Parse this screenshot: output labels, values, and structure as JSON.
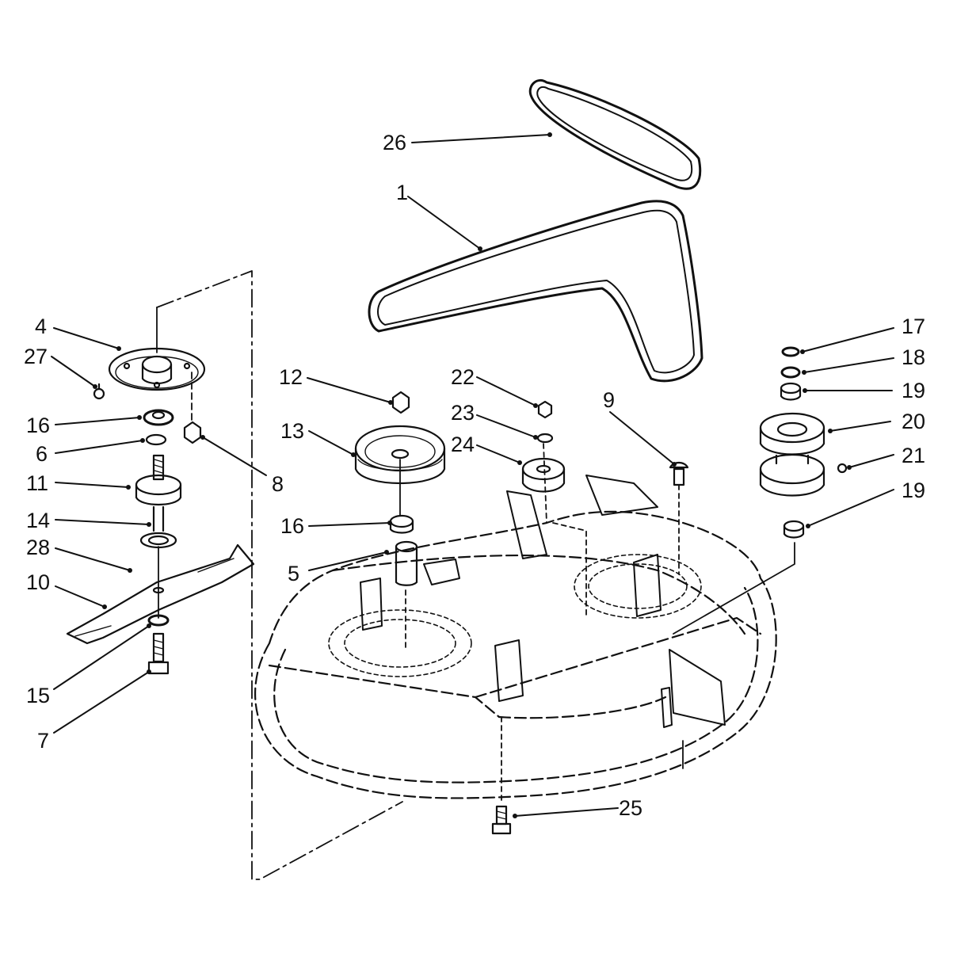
{
  "diagram": {
    "colors": {
      "ink": "#111111",
      "background": "#ffffff"
    },
    "callouts": [
      {
        "id": "26",
        "text": "26"
      },
      {
        "id": "1",
        "text": "1"
      },
      {
        "id": "4",
        "text": "4"
      },
      {
        "id": "27",
        "text": "27"
      },
      {
        "id": "16a",
        "text": "16"
      },
      {
        "id": "6",
        "text": "6"
      },
      {
        "id": "11",
        "text": "11"
      },
      {
        "id": "14",
        "text": "14"
      },
      {
        "id": "28",
        "text": "28"
      },
      {
        "id": "10",
        "text": "10"
      },
      {
        "id": "15",
        "text": "15"
      },
      {
        "id": "7",
        "text": "7"
      },
      {
        "id": "8",
        "text": "8"
      },
      {
        "id": "12",
        "text": "12"
      },
      {
        "id": "13",
        "text": "13"
      },
      {
        "id": "16b",
        "text": "16"
      },
      {
        "id": "5",
        "text": "5"
      },
      {
        "id": "22",
        "text": "22"
      },
      {
        "id": "23",
        "text": "23"
      },
      {
        "id": "24",
        "text": "24"
      },
      {
        "id": "9",
        "text": "9"
      },
      {
        "id": "17",
        "text": "17"
      },
      {
        "id": "18",
        "text": "18"
      },
      {
        "id": "19a",
        "text": "19"
      },
      {
        "id": "20",
        "text": "20"
      },
      {
        "id": "21",
        "text": "21"
      },
      {
        "id": "19b",
        "text": "19"
      },
      {
        "id": "25",
        "text": "25"
      }
    ]
  }
}
